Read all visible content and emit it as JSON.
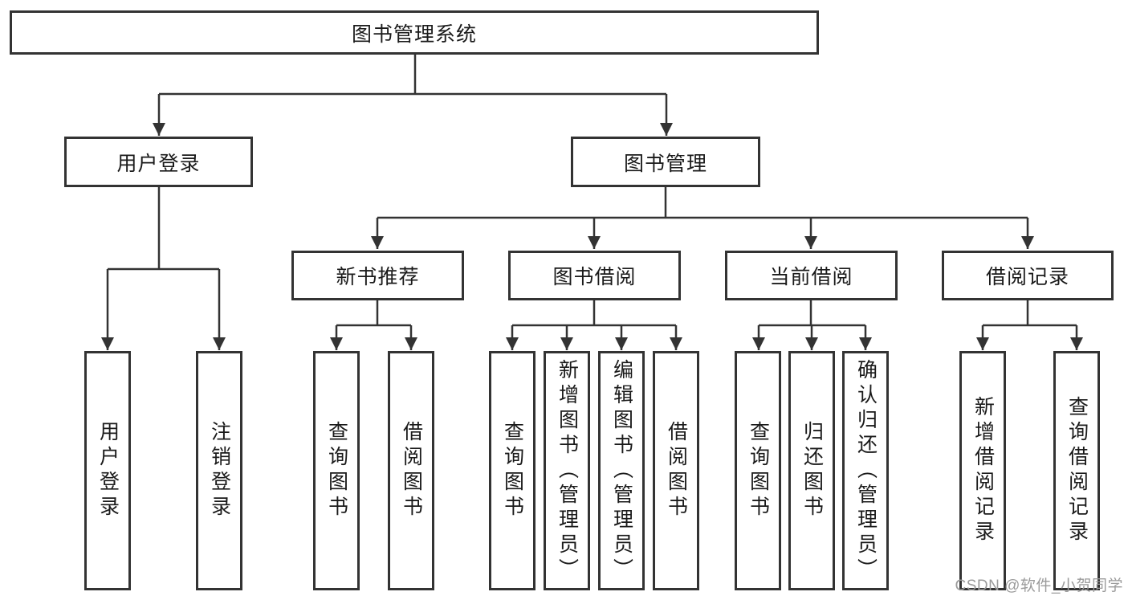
{
  "diagram_title": "图书管理系统",
  "tree": {
    "root": {
      "label": "图书管理系统"
    },
    "branches": [
      {
        "label": "用户登录",
        "children": [
          {
            "label": "用户登录"
          },
          {
            "label": "注销登录"
          }
        ]
      },
      {
        "label": "图书管理",
        "children": [
          {
            "label": "新书推荐",
            "children": [
              {
                "label": "查询图书"
              },
              {
                "label": "借阅图书"
              }
            ]
          },
          {
            "label": "图书借阅",
            "children": [
              {
                "label": "查询图书"
              },
              {
                "label": "新增图书（管理员）"
              },
              {
                "label": "编辑图书（管理员）"
              },
              {
                "label": "借阅图书"
              }
            ]
          },
          {
            "label": "当前借阅",
            "children": [
              {
                "label": "查询图书"
              },
              {
                "label": "归还图书"
              },
              {
                "label": "确认归还（管理员）"
              }
            ]
          },
          {
            "label": "借阅记录",
            "children": [
              {
                "label": "新增借阅记录"
              },
              {
                "label": "查询借阅记录"
              }
            ]
          }
        ]
      }
    ]
  },
  "watermark": {
    "text": "CSDN @软件_小贺同学",
    "color": "#9b9b9b"
  },
  "colors": {
    "line": "#333333",
    "box_border": "#333333",
    "box_fill": "#ffffff",
    "text": "#1a1a1a",
    "background": "#ffffff"
  }
}
